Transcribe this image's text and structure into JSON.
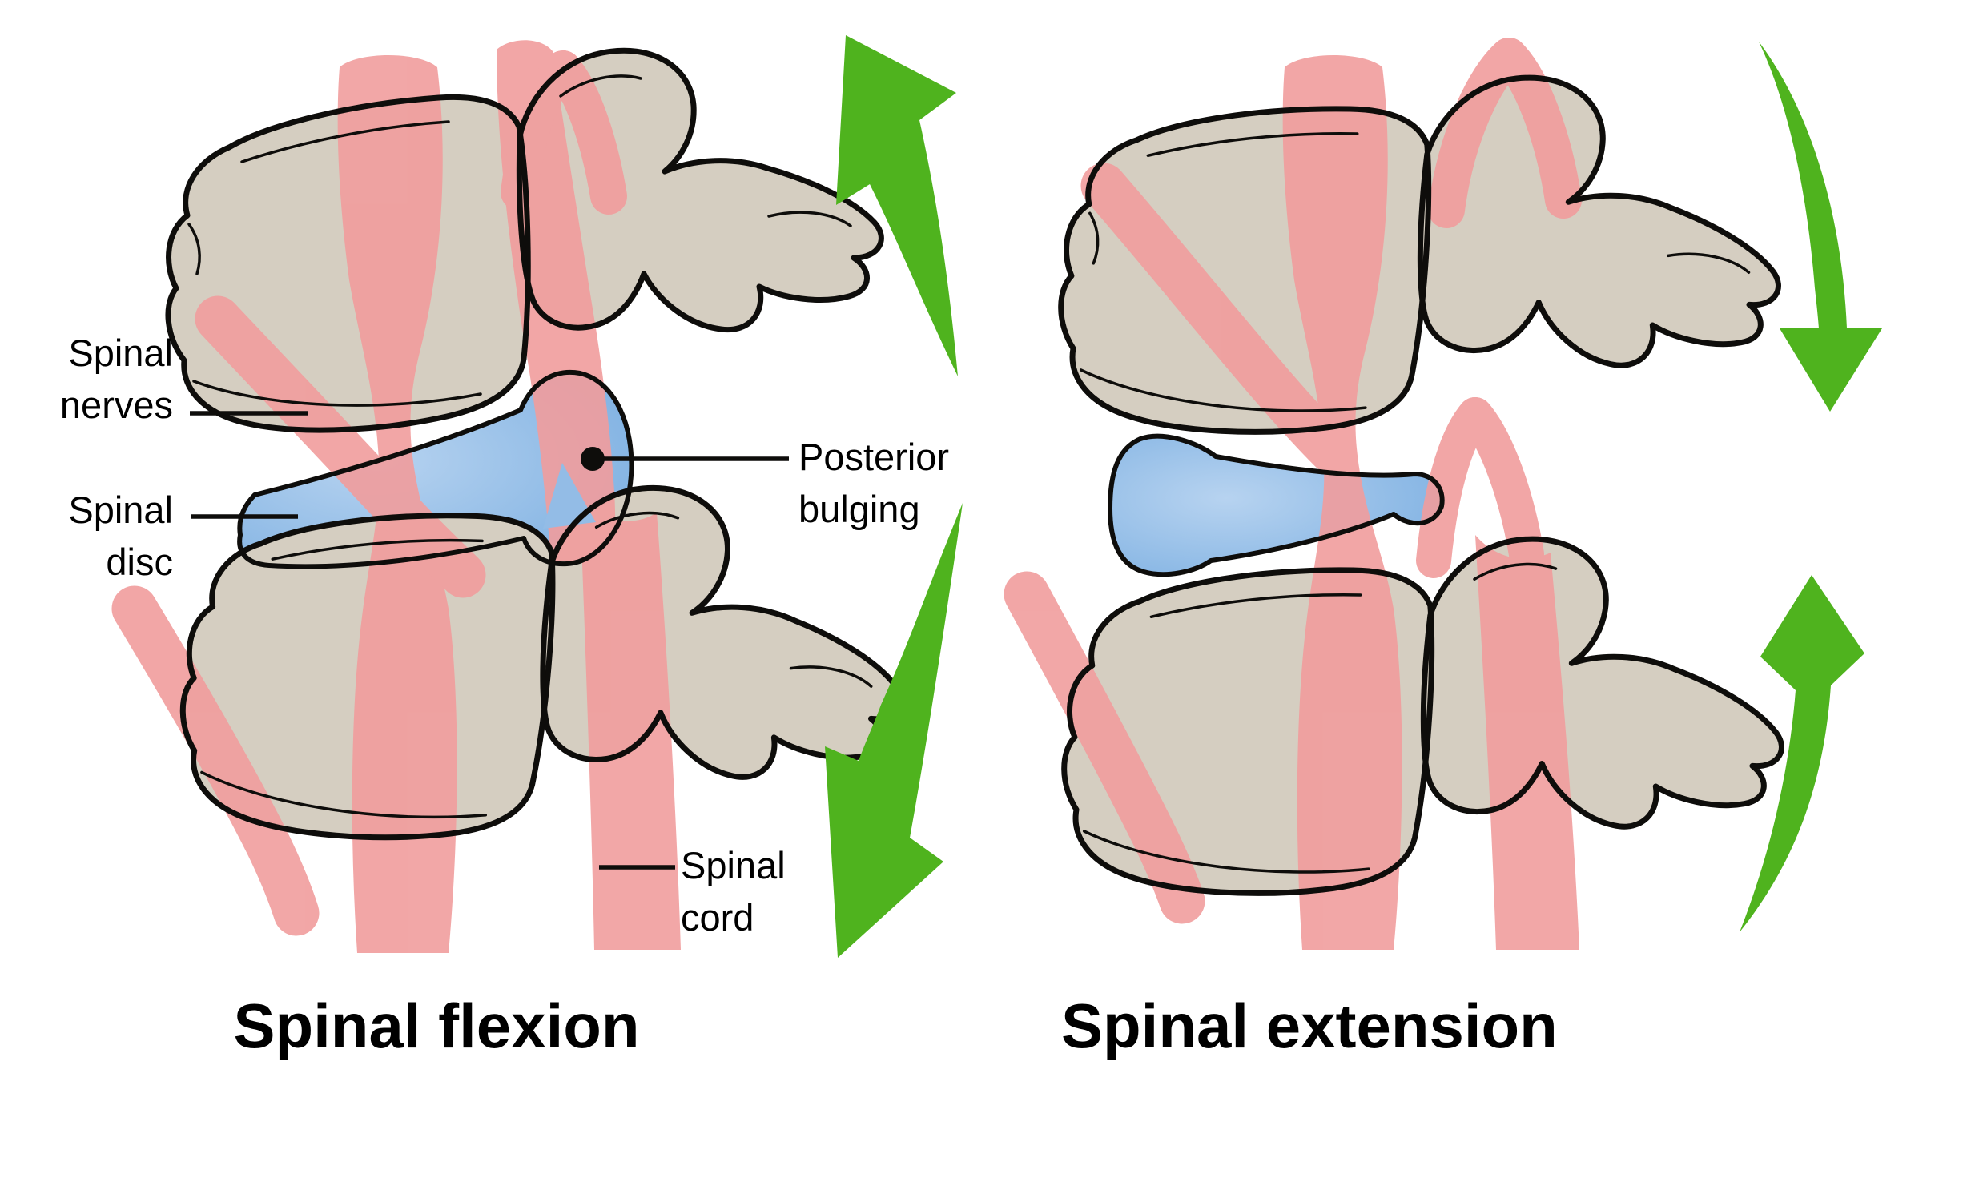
{
  "figure": {
    "panels": [
      {
        "id": "flexion",
        "title": "Spinal flexion"
      },
      {
        "id": "extension",
        "title": "Spinal extension"
      }
    ],
    "labels": {
      "spinal_nerves": {
        "lines": [
          "Spinal",
          "nerves"
        ]
      },
      "spinal_disc": {
        "lines": [
          "Spinal",
          "disc"
        ]
      },
      "posterior_bulging": {
        "lines": [
          "Posterior",
          "bulging"
        ]
      },
      "spinal_cord": {
        "lines": [
          "Spinal",
          "cord"
        ]
      }
    },
    "arrows": {
      "flexion_top": "curved-arrow-up",
      "flexion_bottom": "curved-arrow-down",
      "extension_top": "curved-arrow-down",
      "extension_bottom": "curved-arrow-up"
    }
  },
  "colors": {
    "bone": "#d5cec1",
    "ink": "#0e0d0b",
    "nerve_pink": "#f19d9d",
    "disc_center": "#b7d3f0",
    "disc_edge": "#7fb1e2",
    "disc_window": "#93bce6",
    "green": "#4fb31e",
    "label": "#000000"
  }
}
